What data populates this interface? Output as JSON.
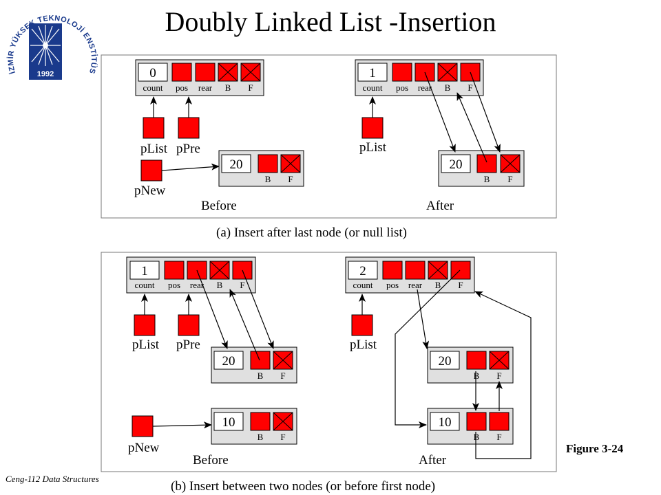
{
  "title": "Doubly Linked List -Insertion",
  "figure_label": "Figure 3-24",
  "footer": "Ceng-112 Data Structures",
  "logo": {
    "ring_text": "İZMİR YÜKSEK TEKNOLOJİ ENSTİTÜSÜ",
    "year": "1992"
  },
  "labels": {
    "count": "count",
    "pos": "pos",
    "rear": "rear",
    "b": "B",
    "f": "F",
    "plist": "pList",
    "ppre": "pPre",
    "pnew": "pNew",
    "before": "Before",
    "after": "After"
  },
  "part_a": {
    "caption": "(a) Insert after last node (or null list)",
    "before_count": "0",
    "after_count": "1",
    "node_value": "20"
  },
  "part_b": {
    "caption": "(b) Insert between two nodes (or before first node)",
    "before_count": "1",
    "after_count": "2",
    "node1_value": "20",
    "node2_value": "10"
  }
}
